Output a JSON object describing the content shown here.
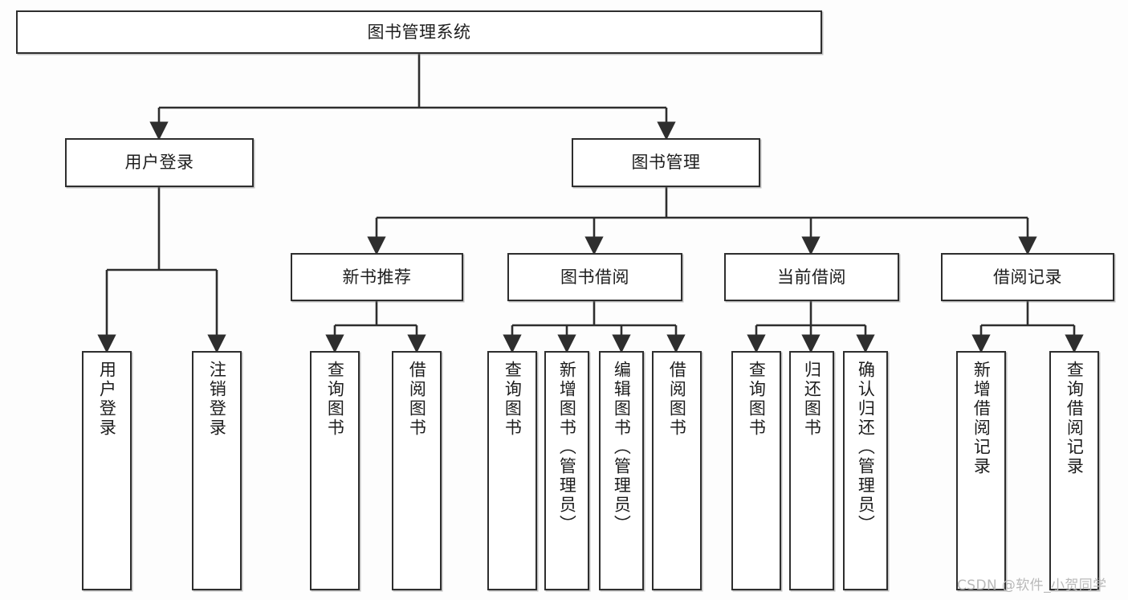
{
  "diagram": {
    "title": "图书管理系统",
    "type": "tree-hierarchy",
    "root": {
      "label": "图书管理系统"
    },
    "level1": [
      {
        "label": "用户登录"
      },
      {
        "label": "图书管理"
      }
    ],
    "level2": [
      {
        "label": "新书推荐"
      },
      {
        "label": "图书借阅"
      },
      {
        "label": "当前借阅"
      },
      {
        "label": "借阅记录"
      }
    ],
    "leaves": {
      "user_login": [
        {
          "label": "用户登录"
        },
        {
          "label": "注销登录"
        }
      ],
      "new_book_recommend": [
        {
          "label": "查询图书"
        },
        {
          "label": "借阅图书"
        }
      ],
      "book_borrow": [
        {
          "label": "查询图书"
        },
        {
          "label": "新增图书（管理员）"
        },
        {
          "label": "编辑图书（管理员）"
        },
        {
          "label": "借阅图书"
        }
      ],
      "current_borrow": [
        {
          "label": "查询图书"
        },
        {
          "label": "归还图书"
        },
        {
          "label": "确认归还（管理员）"
        }
      ],
      "borrow_record": [
        {
          "label": "新增借阅记录"
        },
        {
          "label": "查询借阅记录"
        }
      ]
    }
  },
  "watermark": {
    "text": "CSDN @软件_小贺同学"
  },
  "colors": {
    "stroke": "#2e2e2e",
    "box_fill": "#ffffff",
    "page_background": "#fdfdfd",
    "text": "#1d1d1d",
    "watermark": "#b9b9b9"
  }
}
